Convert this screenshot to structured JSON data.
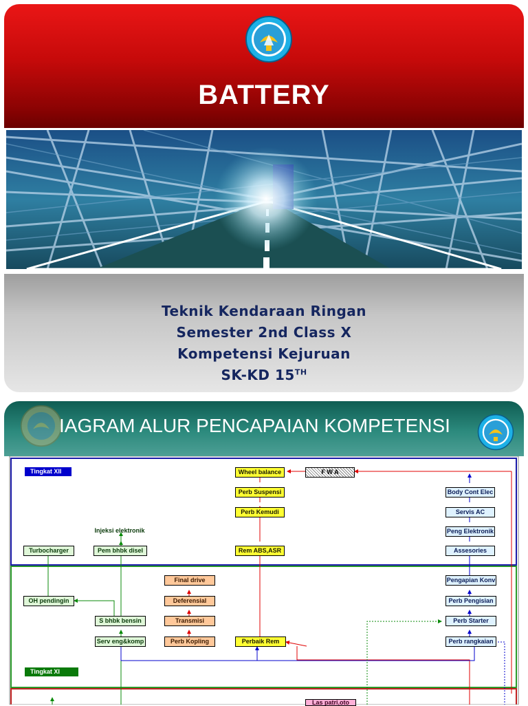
{
  "slide1": {
    "title": "BATTERY",
    "lines": [
      "Teknik Kendaraan Ringan",
      "Semester 2nd Class X",
      "Kompetensi Kejuruan"
    ],
    "sk_kd": "SK-KD 15",
    "sk_kd_suffix": "TH"
  },
  "slide2": {
    "title": "IAGRAM ALUR PENCAPAIAN KOMPETENSI",
    "levels": {
      "xii": "Tingkat XII",
      "xi": "Tingkat XI"
    },
    "boxes": {
      "wheel_balance": "Wheel balance",
      "fwa": "F W A",
      "perb_suspensi": "Perb Suspensi",
      "perb_kemudi": "Perb Kemudi",
      "rem_abs": "Rem ABS,ASR",
      "body_cont_elec": "Body Cont Elec",
      "servis_ac": "Servis AC",
      "peng_elektronik": "Peng Elektronik",
      "assesories": "Assesories",
      "turbocharger": "Turbocharger",
      "injeksi": "Injeksi elektronik",
      "pem_bhbk_disel": "Pem bhbk disel",
      "final_drive": "Final drive",
      "deferensial": "Deferensial",
      "transmisi": "Transmisi",
      "perb_kopling": "Perb Kopling",
      "perbaik_rem": "Perbaik Rem",
      "oh_pendingin": "OH pendingin",
      "s_bhbk_bensin": "S bhbk bensin",
      "serv_eng": "Serv eng&komp",
      "pengapian_konv": "Pengapian Konv",
      "perb_pengisian": "Perb Pengisian",
      "perb_starter": "Perb Starter",
      "perb_rangkaian": "Perb rangkaian",
      "las_patri": "Las patri,oto"
    }
  },
  "colors": {
    "header_red": "#c60a0a",
    "text_navy": "#15265f",
    "header_teal": "#2c8a7d",
    "flow_red": "#e00000",
    "flow_green": "#0a8a0a",
    "flow_blue": "#0000cc"
  }
}
